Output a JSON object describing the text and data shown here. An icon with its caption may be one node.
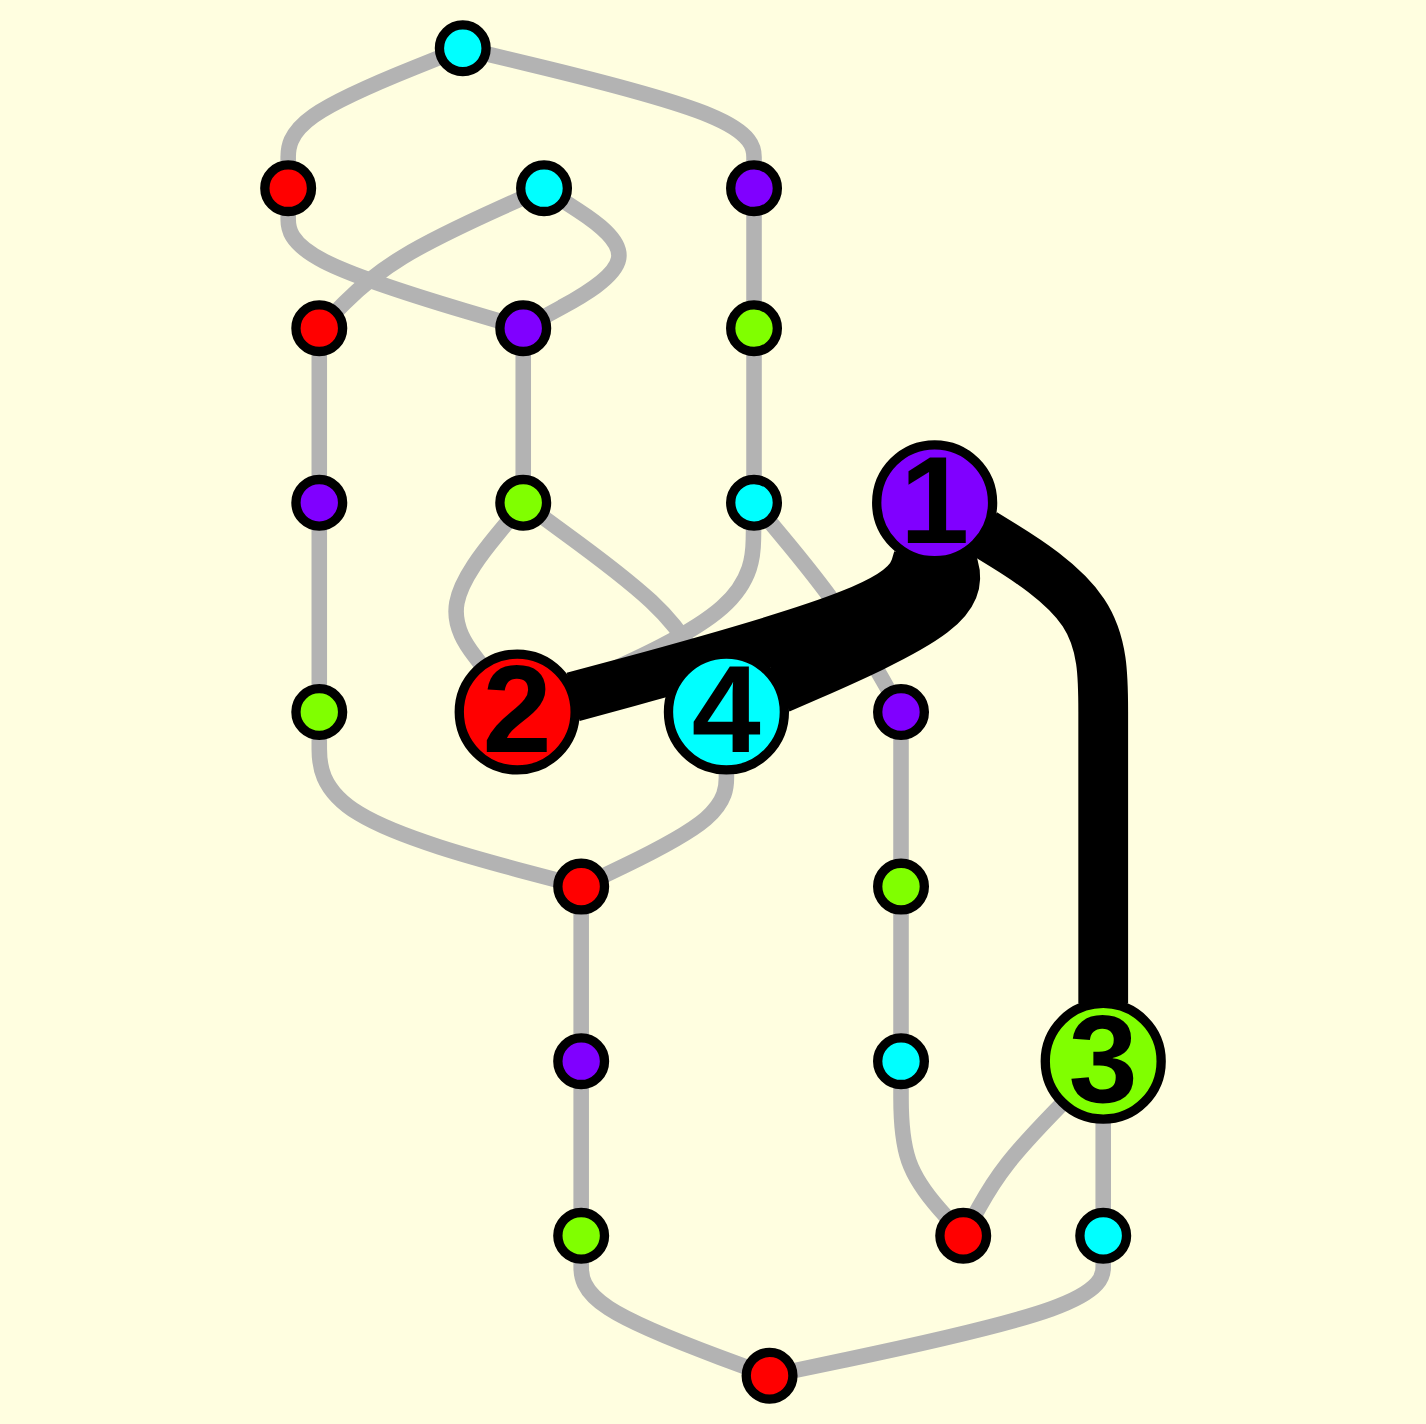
{
  "diagram": {
    "nodes": [
      {
        "text": [],
        "shape": "circle"
      },
      {
        "text": [],
        "shape": "circle"
      },
      {
        "text": [],
        "shape": "circle"
      },
      {
        "text": [],
        "shape": "circle"
      },
      {
        "text": [],
        "shape": "circle"
      },
      {
        "text": [],
        "shape": "circle"
      },
      {
        "text": [],
        "shape": "circle"
      },
      {
        "text": [],
        "shape": "circle"
      },
      {
        "text": [],
        "shape": "circle"
      },
      {
        "text": [],
        "shape": "circle"
      },
      {
        "text": [],
        "shape": "circle"
      },
      {
        "text": [
          "2"
        ]
      },
      {
        "text": [
          "4"
        ]
      },
      {
        "text": [],
        "shape": "circle"
      },
      {
        "text": [],
        "shape": "circle"
      },
      {
        "text": [
          "1"
        ]
      },
      {
        "text": [],
        "shape": "circle"
      },
      {
        "text": [],
        "shape": "circle"
      },
      {
        "text": [
          "3"
        ]
      },
      {
        "text": [],
        "shape": "circle"
      },
      {
        "text": [],
        "shape": "circle"
      },
      {
        "text": [],
        "shape": "circle"
      },
      {
        "text": [],
        "shape": "circle"
      },
      {
        "text": [],
        "shape": "circle"
      }
    ],
    "edges": [
      {
        "from": 0,
        "to": 1,
        "arrow": "none"
      },
      {
        "from": 0,
        "to": 4,
        "arrow": "none"
      },
      {
        "from": 1,
        "to": 5,
        "arrow": "none"
      },
      {
        "from": 2,
        "to": 3,
        "arrow": "none"
      },
      {
        "from": 2,
        "to": 5,
        "arrow": "none"
      },
      {
        "from": 3,
        "to": 6,
        "arrow": "none"
      },
      {
        "from": 4,
        "to": 7,
        "arrow": "none"
      },
      {
        "from": 5,
        "to": 8,
        "arrow": "none"
      },
      {
        "from": 6,
        "to": 9,
        "arrow": "none"
      },
      {
        "from": 7,
        "to": 10,
        "arrow": "none"
      },
      {
        "from": 8,
        "to": 11,
        "arrow": "none"
      },
      {
        "from": 8,
        "to": 12,
        "arrow": "none"
      },
      {
        "from": 9,
        "to": 13,
        "arrow": "none"
      },
      {
        "from": 10,
        "to": 11,
        "arrow": "none"
      },
      {
        "from": 12,
        "to": 13,
        "arrow": "none"
      },
      {
        "from": 10,
        "to": 14,
        "arrow": "none"
      },
      {
        "from": 13,
        "to": 16,
        "arrow": "none"
      },
      {
        "from": 15,
        "to": 11,
        "arrow": "none",
        "style": "thick",
        "color": "#000000"
      },
      {
        "from": 15,
        "to": 12,
        "arrow": "none",
        "style": "thick",
        "color": "#000000"
      },
      {
        "from": 15,
        "to": 18,
        "arrow": "none",
        "style": "thick",
        "color": "#000000"
      },
      {
        "from": 14,
        "to": 17,
        "arrow": "none"
      },
      {
        "from": 16,
        "to": 19,
        "arrow": "none"
      },
      {
        "from": 17,
        "to": 20,
        "arrow": "none"
      },
      {
        "from": 18,
        "to": 21,
        "arrow": "none"
      },
      {
        "from": 18,
        "to": 22,
        "arrow": "none"
      },
      {
        "from": 19,
        "to": 23,
        "arrow": "none"
      },
      {
        "from": 20,
        "to": 21,
        "arrow": "none"
      },
      {
        "from": 22,
        "to": 23,
        "arrow": "none"
      }
    ]
  }
}
